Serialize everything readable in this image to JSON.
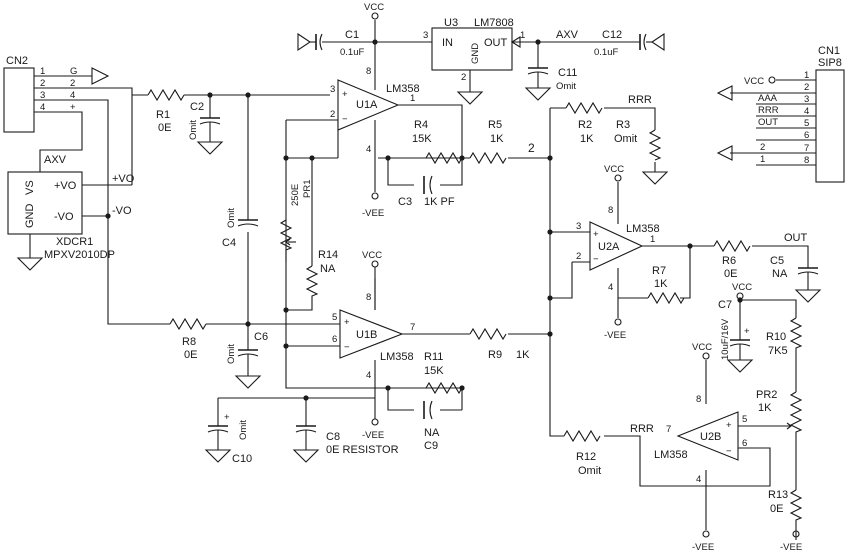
{
  "nets": {
    "vcc": "VCC",
    "vee": "-VEE",
    "axv": "AXV",
    "rrr": "RRR",
    "aaa": "AAA",
    "out": "OUT",
    "plus_vo": "+VO",
    "minus_vo": "-VO",
    "node2": "2"
  },
  "connectors": {
    "cn2": {
      "ref": "CN2",
      "pins": [
        "1",
        "2",
        "3",
        "4"
      ],
      "signals": [
        "G",
        "2",
        "4",
        "+"
      ]
    },
    "cn1": {
      "ref": "CN1",
      "type": "SIP8",
      "pins": [
        "1",
        "2",
        "3",
        "4",
        "5",
        "6",
        "7",
        "8"
      ]
    }
  },
  "sensor": {
    "ref": "XDCR1",
    "part": "MPXV2010DP",
    "vs": "VS",
    "gnd": "GND",
    "plus_pin": "+VO",
    "minus_pin": "-VO"
  },
  "regulator": {
    "ref": "U3",
    "part": "LM7808",
    "in": "IN",
    "out": "OUT",
    "gnd": "GND",
    "pin_in": "3",
    "pin_out": "1",
    "pin_gnd": "2"
  },
  "opamps": [
    {
      "ref": "U1A",
      "part": "LM358",
      "pins": [
        "3",
        "2",
        "1",
        "8",
        "4"
      ]
    },
    {
      "ref": "U1B",
      "part": "LM358",
      "pins": [
        "5",
        "6",
        "7",
        "8",
        "4"
      ]
    },
    {
      "ref": "U2A",
      "part": "LM358",
      "pins": [
        "3",
        "2",
        "1",
        "8",
        "4"
      ]
    },
    {
      "ref": "U2B",
      "part": "LM358",
      "pins": [
        "5",
        "6",
        "7",
        "8",
        "4"
      ]
    }
  ],
  "components": {
    "c1": {
      "ref": "C1",
      "value": "0.1uF"
    },
    "c12": {
      "ref": "C12",
      "value": "0.1uF"
    },
    "c11": {
      "ref": "C11",
      "value": "Omit"
    },
    "r1": {
      "ref": "R1",
      "value": "0E"
    },
    "c2": {
      "ref": "C2",
      "value": "Omit"
    },
    "r4": {
      "ref": "R4",
      "value": "15K"
    },
    "r5": {
      "ref": "R5",
      "value": "1K"
    },
    "c3": {
      "ref": "C3",
      "value": "1K PF"
    },
    "r2": {
      "ref": "R2",
      "value": "1K"
    },
    "r3": {
      "ref": "R3",
      "value": "Omit"
    },
    "pr1": {
      "ref": "PR1",
      "value": "250E"
    },
    "c4": {
      "ref": "C4",
      "value": "Omit"
    },
    "r14": {
      "ref": "R14",
      "value": "NA"
    },
    "r8": {
      "ref": "R8",
      "value": "0E"
    },
    "c6": {
      "ref": "C6",
      "value": "Omit"
    },
    "r11": {
      "ref": "R11",
      "value": "15K"
    },
    "r9": {
      "ref": "R9",
      "value": "1K"
    },
    "c9": {
      "ref": "C9",
      "value": "NA"
    },
    "c10": {
      "ref": "C10",
      "value": "Omit"
    },
    "c8": {
      "ref": "C8",
      "value": "0E RESISTOR"
    },
    "r7": {
      "ref": "R7",
      "value": "1K"
    },
    "r6": {
      "ref": "R6",
      "value": "0E"
    },
    "c5": {
      "ref": "C5",
      "value": "NA"
    },
    "c7": {
      "ref": "C7",
      "value": "10uF/16V"
    },
    "r10": {
      "ref": "R10",
      "value": "7K5"
    },
    "pr2": {
      "ref": "PR2",
      "value": "1K"
    },
    "r12": {
      "ref": "R12",
      "value": "Omit"
    },
    "r13": {
      "ref": "R13",
      "value": "0E"
    }
  },
  "misc": {
    "plus": "+",
    "minus": "−"
  }
}
